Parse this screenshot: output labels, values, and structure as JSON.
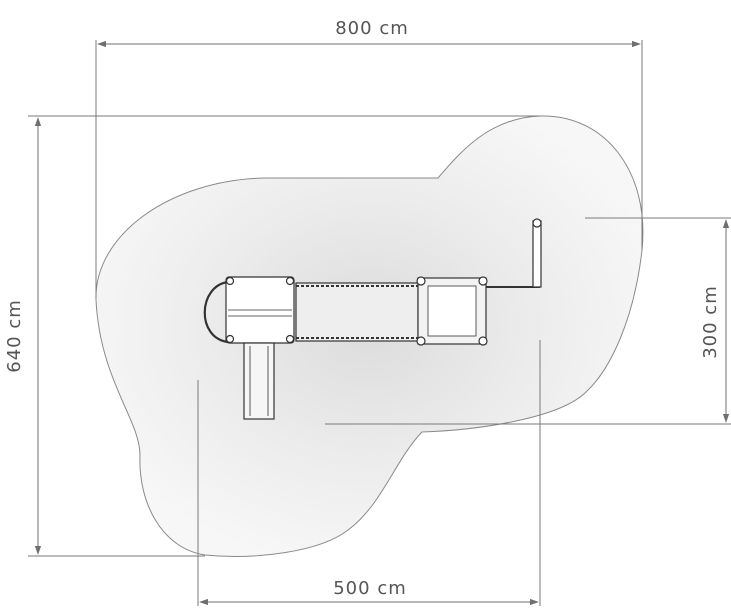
{
  "dimensions": {
    "top_width": "800 cm",
    "left_height": "640 cm",
    "right_height": "300 cm",
    "bottom_width": "500 cm"
  },
  "colors": {
    "line": "#7a7a7a",
    "surface_fill": "#f1f1f1",
    "surface_stroke": "#8a8a8a",
    "equipment_fill": "#ffffff",
    "equipment_stroke": "#333333",
    "text": "#555555"
  }
}
